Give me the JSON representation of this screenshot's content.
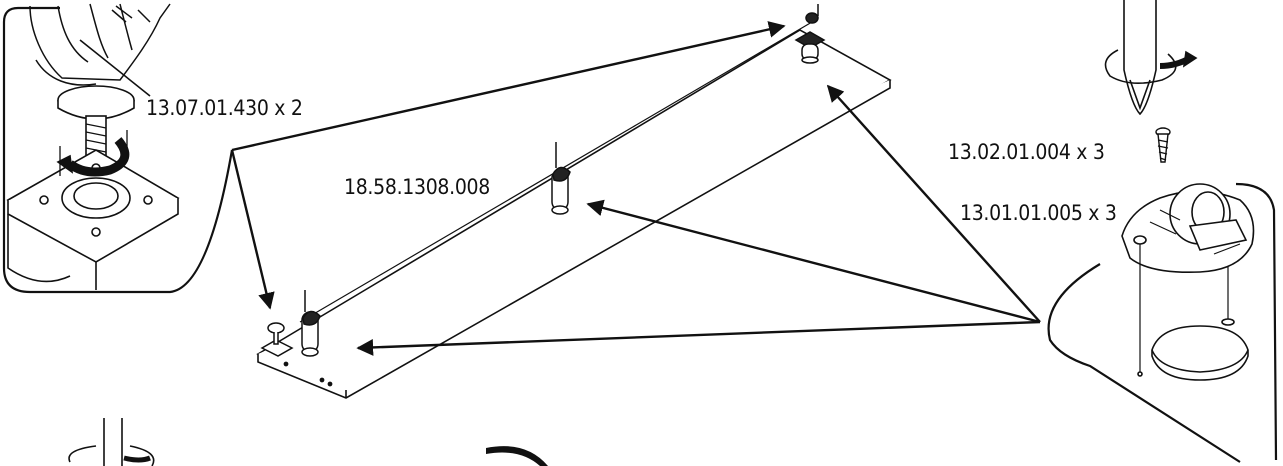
{
  "labels": {
    "foot_screw": "13.07.01.430 x 2",
    "center_part": "18.58.1308.008",
    "wood_screw": "13.02.01.004 x 3",
    "caster": "13.01.01.005 x 3"
  },
  "icons": [
    "hand-icon",
    "screwdriver-icon",
    "rotate-arrow-icon",
    "leveling-foot-icon",
    "caster-wheel-icon",
    "cam-connector-icon"
  ],
  "stroke_color": "#111111"
}
